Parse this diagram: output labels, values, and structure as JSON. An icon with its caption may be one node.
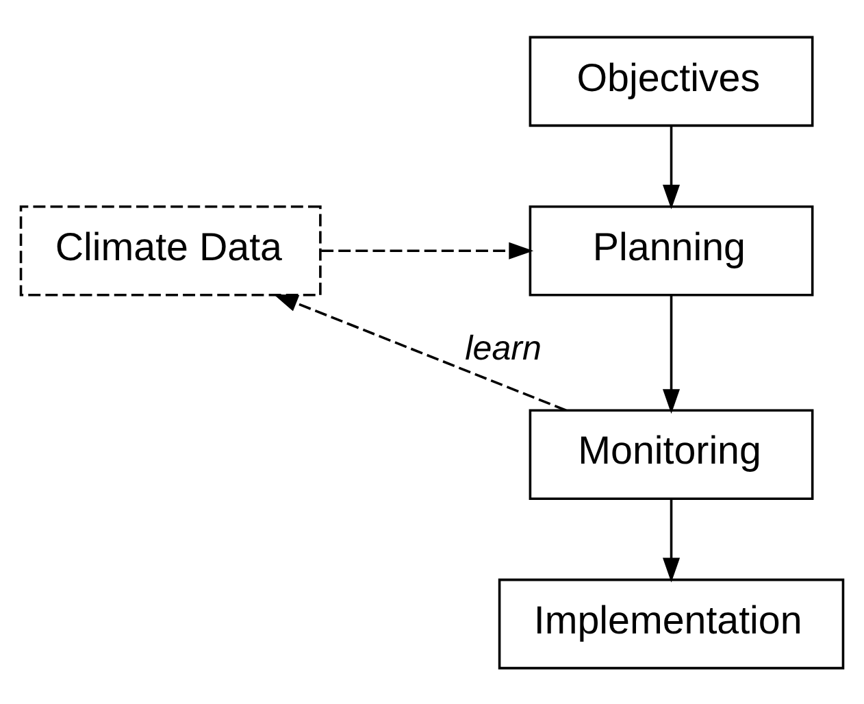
{
  "diagram": {
    "nodes": [
      {
        "text": [
          "Objectives"
        ]
      },
      {
        "text": [
          "Climate Data"
        ]
      },
      {
        "text": [
          "Planning"
        ]
      },
      {
        "text": [
          "Monitoring"
        ]
      },
      {
        "text": [
          "Implementation"
        ]
      }
    ],
    "edges": [
      {
        "from": 0,
        "to": 2,
        "arrow": "to"
      },
      {
        "from": 1,
        "to": 2,
        "arrow": "to",
        "style": "dashed"
      },
      {
        "from": 2,
        "to": 3,
        "arrow": "to"
      },
      {
        "from": 3,
        "to": 1,
        "arrow": "to",
        "style": "dashed",
        "label": "learn"
      },
      {
        "from": 3,
        "to": 4,
        "arrow": "to"
      }
    ]
  }
}
